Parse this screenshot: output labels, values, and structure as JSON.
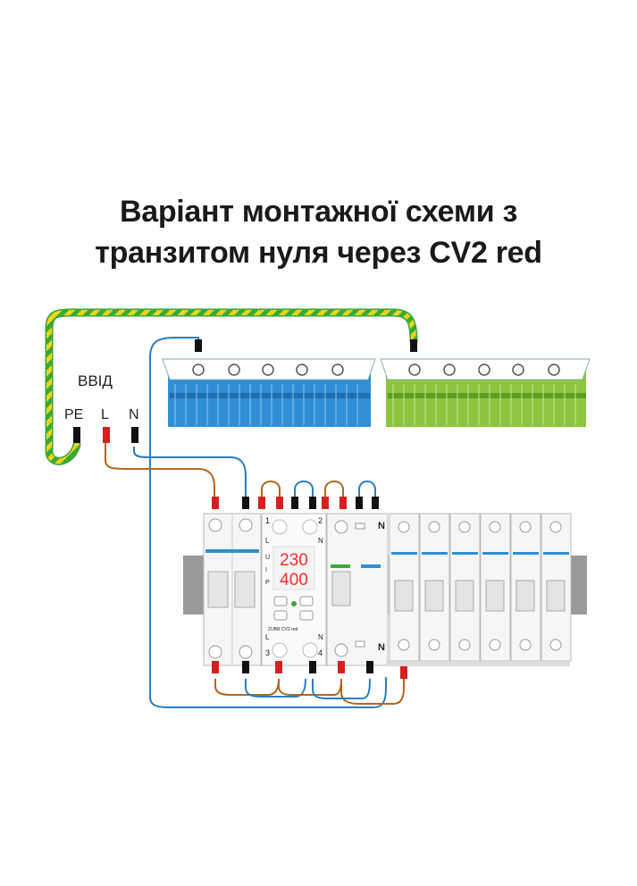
{
  "title": {
    "line1": "Варіант монтажної схеми з",
    "line2": "транзитом нуля через CV2 red"
  },
  "input": {
    "label": "ВВІД",
    "terminals": [
      "PE",
      "L",
      "N"
    ]
  },
  "relay": {
    "display_top": "230",
    "display_bottom": "400",
    "terminal_labels_top": [
      "1",
      "2"
    ],
    "terminal_labels_bottom": [
      "3",
      "4"
    ],
    "side_labels": [
      "L",
      "N",
      "U",
      "I",
      "P"
    ],
    "model_text": "ZUBR CV2 red"
  },
  "rcd": {
    "top_label": "N",
    "bottom_label": "N"
  },
  "colors": {
    "wire_brown": "#b5651d",
    "wire_blue": "#2a7fc1",
    "bus_blue": "#2f8fd6",
    "bus_green": "#8cc63f",
    "display_red": "#ff2a2a",
    "pe_yellow": "#e8d51c",
    "pe_green": "#3aa935"
  }
}
